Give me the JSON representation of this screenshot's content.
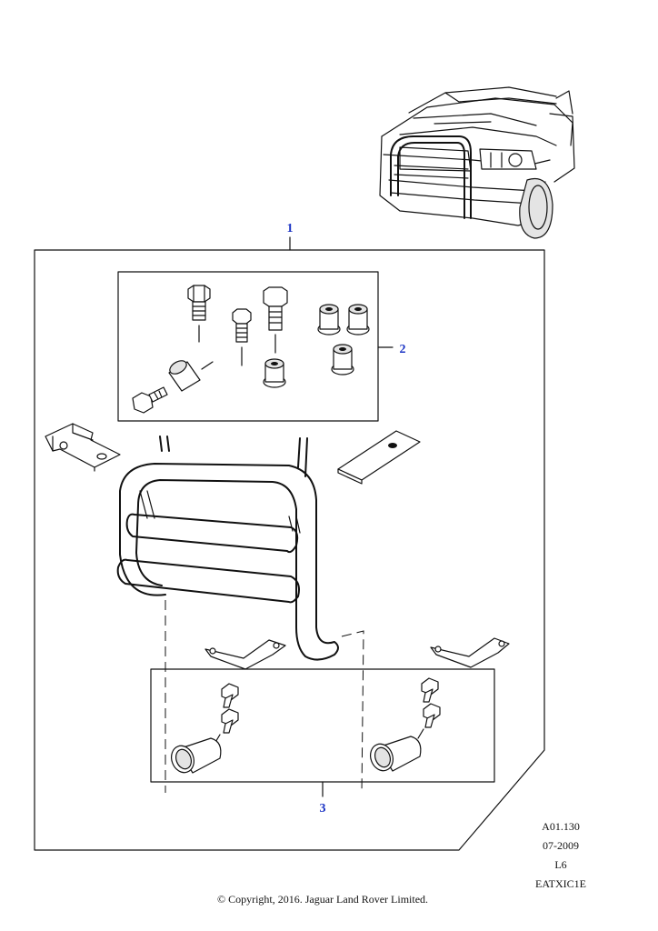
{
  "callouts": {
    "kit": "1",
    "fixing_kit": "2",
    "lamp_kit": "3"
  },
  "meta": {
    "illustration_ref": "A01.130",
    "date": "07-2009",
    "code_l6": "L6",
    "code_eatx": "EATXIC1E"
  },
  "copyright": "© Copyright, 2016. Jaguar Land Rover Limited.",
  "colors": {
    "callout": "#1a33c4",
    "line": "#111111"
  }
}
